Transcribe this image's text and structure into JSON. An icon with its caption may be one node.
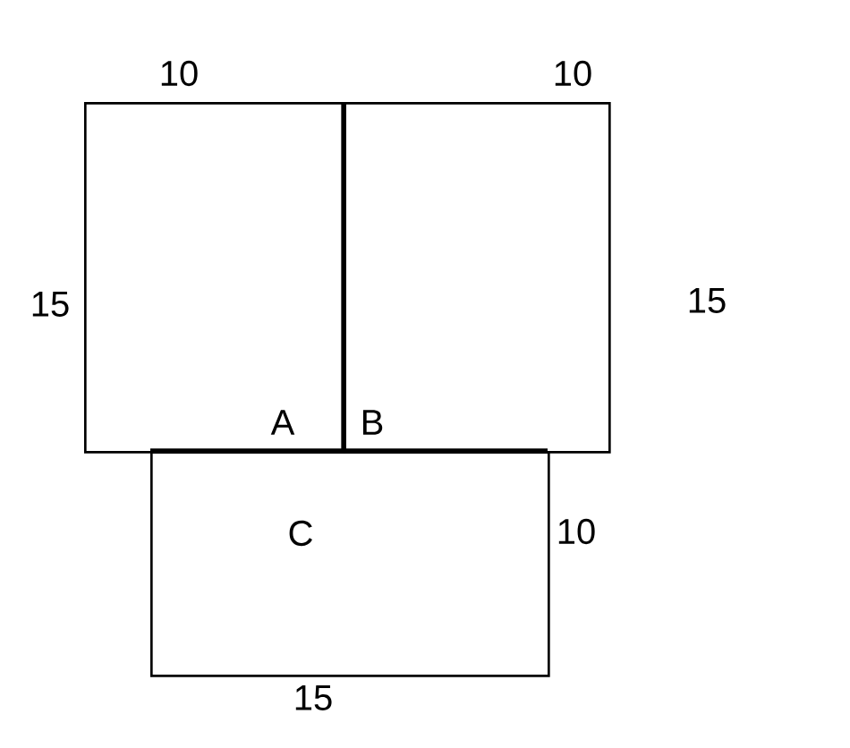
{
  "diagram": {
    "nodes": [
      {
        "text": [
          "A"
        ]
      },
      {
        "text": [
          "B"
        ]
      },
      {
        "text": [
          "C"
        ]
      }
    ],
    "labels": [
      "10",
      "10",
      "15",
      "15",
      "10",
      "15"
    ]
  }
}
